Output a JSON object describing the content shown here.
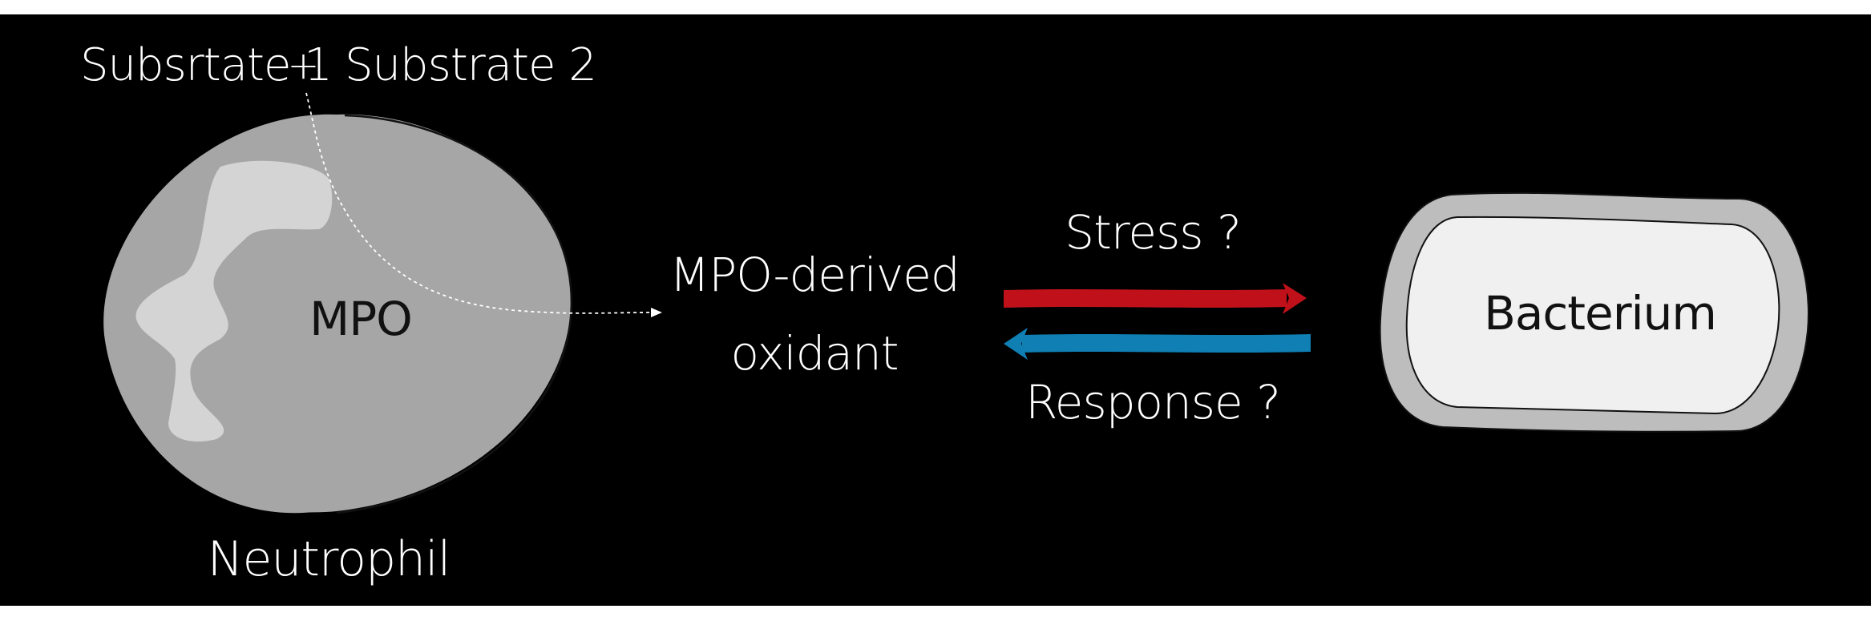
{
  "diagram": {
    "substrate1": "Subsrtate 1",
    "plus": "+",
    "substrate2": "Substrate 2",
    "enzyme": "MPO",
    "cell": "Neutrophil",
    "oxidant_line1": "MPO-derived",
    "oxidant_line2": "oxidant",
    "stress": "Stress ?",
    "response": "Response ?",
    "bacterium": "Bacterium"
  },
  "colors": {
    "background": "#000000",
    "cell_fill": "#a6a6a6",
    "granule_fill": "#d4d4d4",
    "bacterium_outer": "#bdbdbd",
    "bacterium_inner": "#f0f0f0",
    "stress_arrow": "#c0111b",
    "response_arrow": "#0f7fb4",
    "text": "#ffffff"
  }
}
